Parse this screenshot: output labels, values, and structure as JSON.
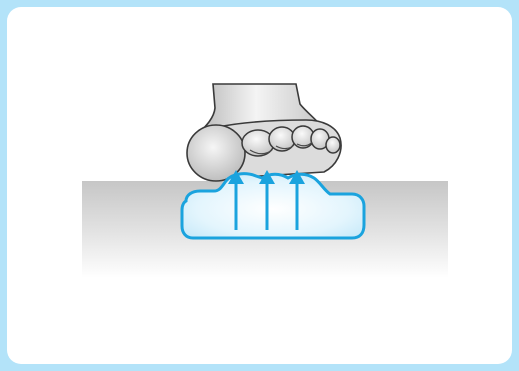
{
  "illustration": {
    "subject": "foot-pressure-cushion",
    "colors": {
      "frame_background": "#b3e3f9",
      "card_background": "#ffffff",
      "surface_gradient_top": "#c8c8c8",
      "surface_gradient_bottom": "#ffffff",
      "cushion_outline": "#1aa3de",
      "cushion_fill": "#dff3fc",
      "arrow_color": "#1aa3de",
      "foot_fill": "#e6e6e6",
      "foot_outline": "#3a3a3a"
    },
    "arrow_count": 3,
    "arrow_direction": "up"
  }
}
